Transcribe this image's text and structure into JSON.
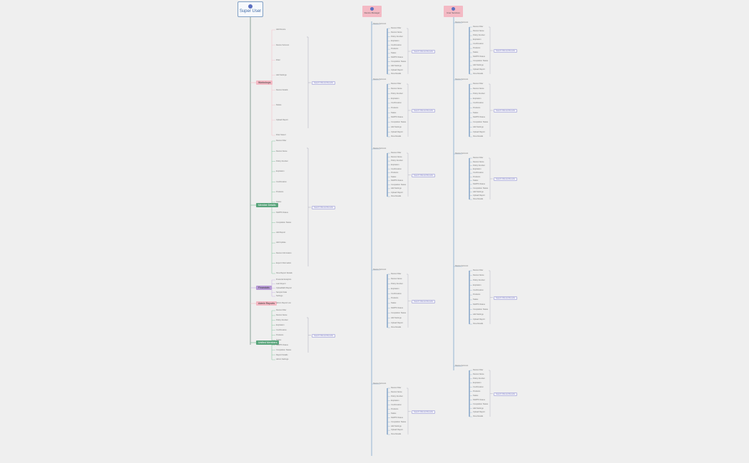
{
  "root": {
    "title": "Super User",
    "icon": "user-icon"
  },
  "headers": [
    {
      "title": "Device Manager",
      "icon": "user-icon"
    },
    {
      "title": "User Services",
      "icon": "user-icon"
    }
  ],
  "branches": [
    {
      "label": "Workshops",
      "color": "#f4b9c4",
      "line": "#f1c3cc",
      "items": [
        "Add Device",
        "Device Sub-List",
        "Filter",
        "Add Settings",
        "Device Details",
        "Delete",
        "Upload Report",
        "Filter Select"
      ],
      "summary": "Search Filtered Results"
    },
    {
      "label": "Member Details",
      "color": "#5aa57c",
      "line": "#8cc7a4",
      "items": [
        "Device Filter",
        "Device Name",
        "Policy Number",
        "Expiration",
        "Confirmation",
        "Products",
        "Status",
        "NAPPS Status",
        "Completion Status",
        "Add Report",
        "Add Update",
        "Device Information",
        "Export Information",
        "View Report Details"
      ],
      "summary": "Search Filtered Results"
    },
    {
      "label": "Financials",
      "color": "#b79ad6",
      "line": "#c9b4e2",
      "items": [
        "Financial Analytics",
        "Last Report",
        "Upload/Edit Report",
        "Sample Data",
        "Settings"
      ]
    },
    {
      "label": "Admin Reports",
      "color": "#f4b9c4",
      "line": "#f1c3cc",
      "items": [
        "Admin Report List"
      ]
    },
    {
      "label": "Unified Members",
      "color": "#5aa57c",
      "line": "#8cc7a4",
      "items": [
        "Device Filter",
        "Device Name",
        "Policy Number",
        "Expiration",
        "Confirmation",
        "Products",
        "Status",
        "NAPPS Status",
        "Completion Status",
        "Report Details",
        "Admin Settings"
      ],
      "summary": "Search Filtered Results"
    }
  ],
  "column_items": [
    "Device Sub-List",
    "Filter",
    "Device Filter",
    "Device Name",
    "Policy Number",
    "Expiration",
    "Confirmation",
    "Products",
    "Status",
    "NAPPS Status",
    "Completion Status",
    "Add Settings",
    "Upload Report",
    "View Details"
  ],
  "column_summary": "Search Filtered Results"
}
